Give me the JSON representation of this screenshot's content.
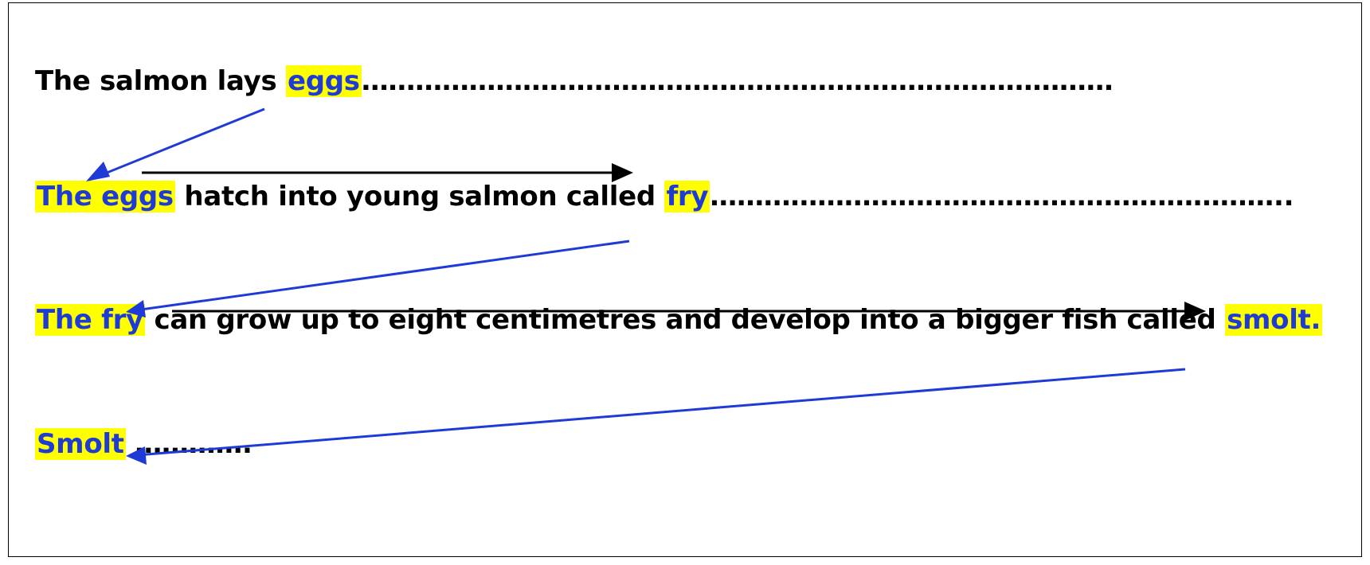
{
  "colors": {
    "highlight": "#ffff00",
    "keyword": "#1f3bd6",
    "text": "#000000",
    "link_arrow": "#1f3bd6",
    "flow_arrow": "#000000"
  },
  "lines": [
    {
      "plain": "The salmon lays ",
      "keyword": "eggs",
      "dots": "…………………………………………………………………………"
    },
    {
      "lead": "The eggs",
      "plain": " hatch into young salmon called ",
      "keyword": "fry",
      "dots": "……………………………………………………….."
    },
    {
      "lead": "The fry",
      "plain": " can grow up to eight centimetres and develop into a bigger fish called ",
      "keyword": "smolt."
    },
    {
      "lead": "Smolt",
      "dots": " …………."
    }
  ]
}
